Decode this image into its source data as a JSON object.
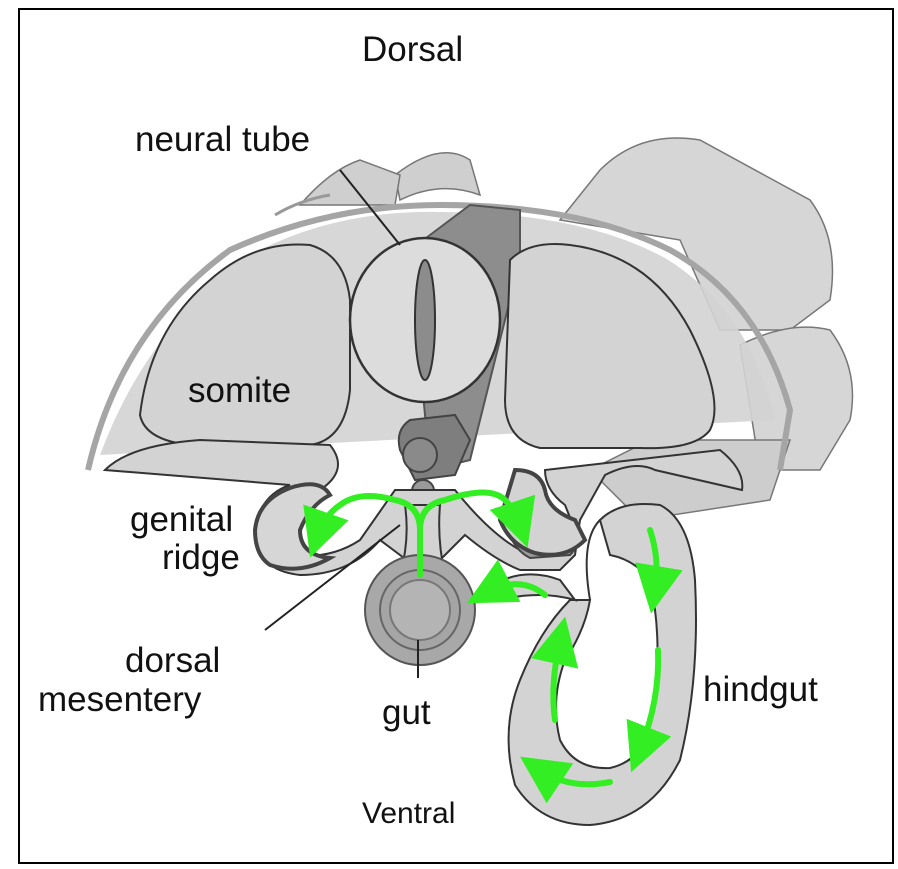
{
  "labels": {
    "dorsal": "Dorsal",
    "neural_tube": "neural tube",
    "somite": "somite",
    "genital_ridge_line1": "genital",
    "genital_ridge_line2": "ridge",
    "dorsal_mesentery_line1": "dorsal",
    "dorsal_mesentery_line2": "mesentery",
    "gut": "gut",
    "hindgut": "hindgut",
    "ventral": "Ventral"
  },
  "colors": {
    "tissue_light": "#d3d3d3",
    "tissue_mid": "#a9a9a9",
    "tissue_dark": "#8a8a8a",
    "outline": "#333333",
    "migration_arrow": "#33ee22"
  }
}
